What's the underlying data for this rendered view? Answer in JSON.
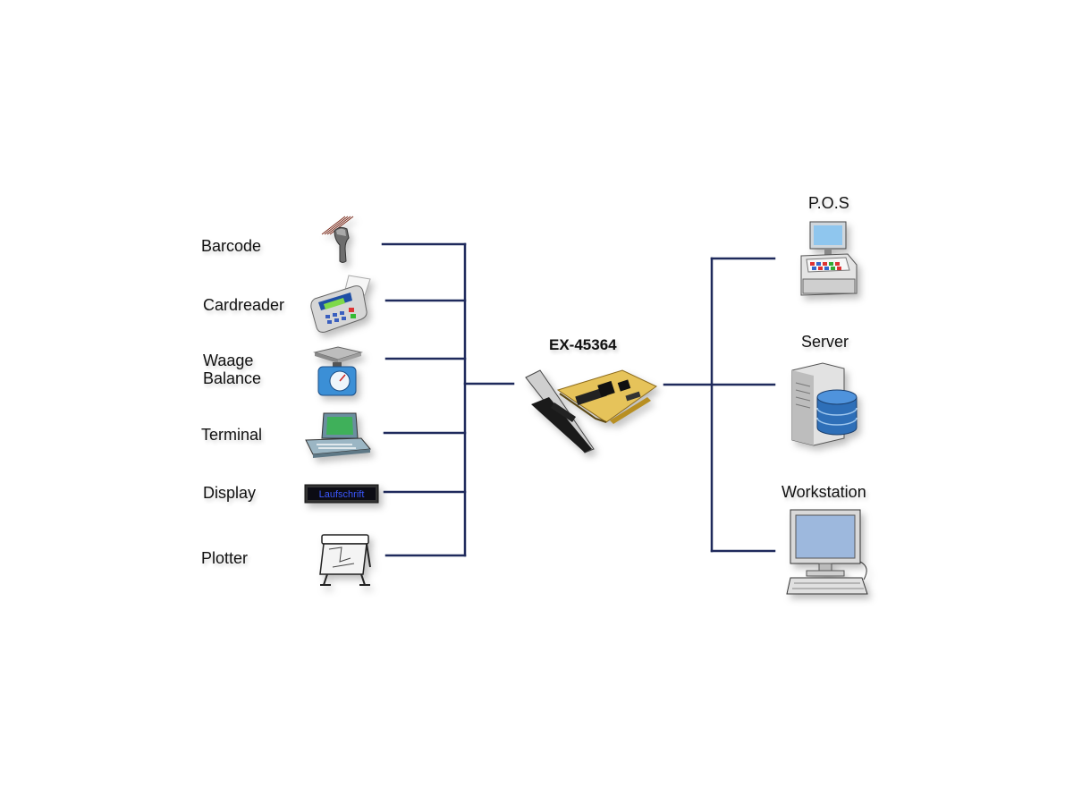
{
  "card": {
    "label": "EX-45364",
    "icon": "pci-express-serial-card-icon"
  },
  "left_devices": [
    {
      "id": "barcode",
      "lines": [
        "Barcode"
      ],
      "icon": "barcode-scanner-icon"
    },
    {
      "id": "cardreader",
      "lines": [
        "Cardreader"
      ],
      "icon": "card-terminal-icon"
    },
    {
      "id": "scale",
      "lines": [
        "Waage",
        "Balance"
      ],
      "icon": "scale-icon"
    },
    {
      "id": "terminal",
      "lines": [
        "Terminal"
      ],
      "icon": "terminal-icon"
    },
    {
      "id": "display",
      "lines": [
        "Display"
      ],
      "icon": "led-display-icon",
      "display_text": "Laufschrift"
    },
    {
      "id": "plotter",
      "lines": [
        "Plotter"
      ],
      "icon": "plotter-icon"
    }
  ],
  "right_devices": [
    {
      "id": "pos",
      "label": "P.O.S",
      "icon": "pos-register-icon"
    },
    {
      "id": "server",
      "label": "Server",
      "icon": "server-database-icon"
    },
    {
      "id": "workstation",
      "label": "Workstation",
      "icon": "workstation-monitor-icon"
    }
  ],
  "colors": {
    "connector": "#1f2a5c",
    "text": "#111111"
  }
}
